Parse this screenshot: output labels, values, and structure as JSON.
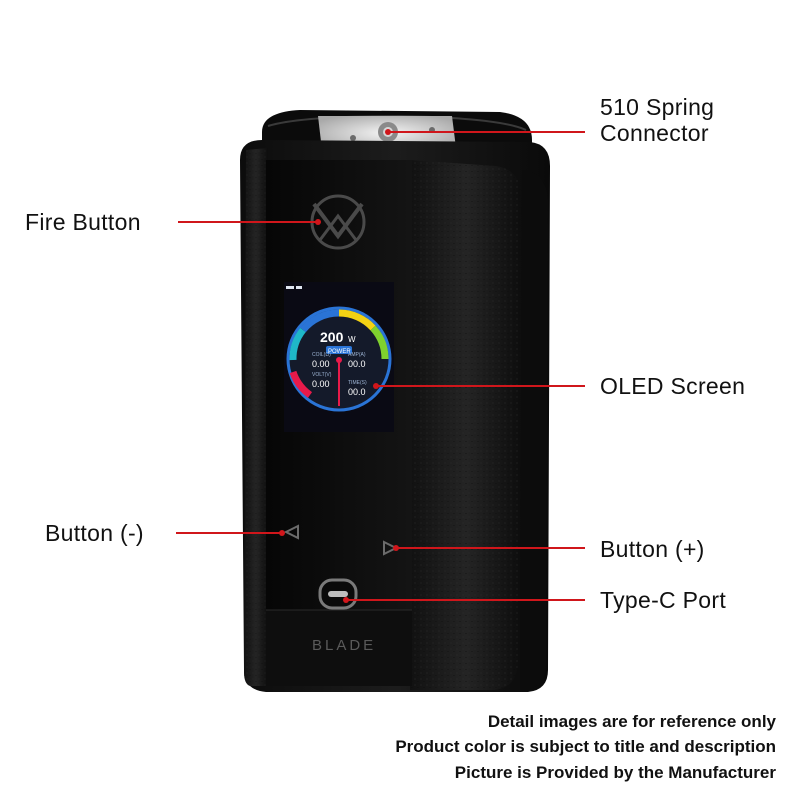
{
  "labels": {
    "connector_line1": "510 Spring",
    "connector_line2": "Connector",
    "fire_button": "Fire Button",
    "oled_screen": "OLED Screen",
    "button_minus": "Button (-)",
    "button_plus": "Button (+)",
    "type_c_port": "Type-C Port"
  },
  "screen": {
    "power_value": "200",
    "power_unit": "W",
    "power_label": "POWER",
    "coil_label": "COIL(Ω)",
    "coil_value": "0.00",
    "amp_label": "AMP(A)",
    "amp_value": "00.0",
    "volt_label": "VOLT(V)",
    "volt_value": "0.00",
    "time_label": "TIME(S)",
    "time_value": "00.0"
  },
  "device": {
    "brand": "BLADE"
  },
  "disclaimer": {
    "line1": "Detail images are for reference only",
    "line2": "Product color is subject to title and description",
    "line3": "Picture is Provided by the Manufacturer"
  },
  "colors": {
    "callout_line": "#d0161b",
    "body": "#141414",
    "leather": "#1d1d1d",
    "gauge_yellow": "#f3d214",
    "gauge_green": "#7fd12e",
    "gauge_red": "#e81a4a",
    "gauge_blue": "#2a74d6"
  }
}
